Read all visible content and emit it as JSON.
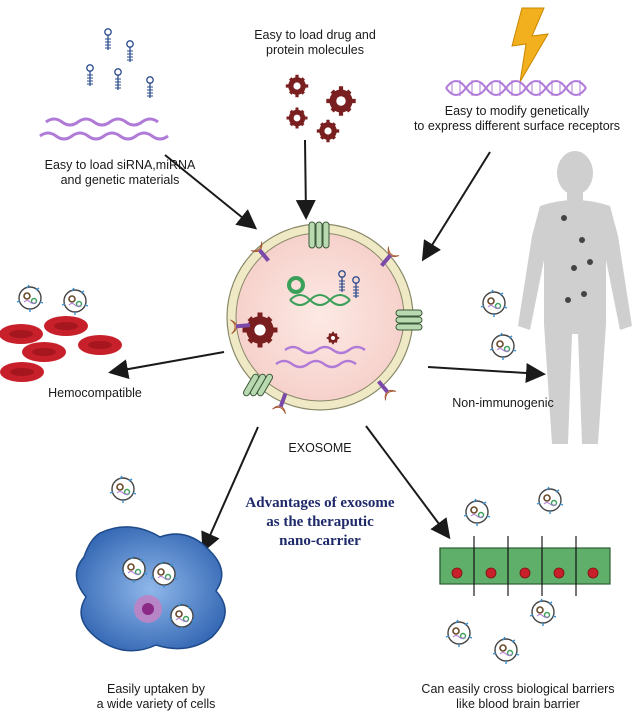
{
  "center": {
    "label": "EXOSOME"
  },
  "title": {
    "line1": "Advantages of exosome",
    "line2": "as the theraputic",
    "line3": "nano-carrier"
  },
  "advantages": {
    "genetic": {
      "line1": "Easy to load siRNA,miRNA",
      "line2": "and genetic materials"
    },
    "drug": {
      "line1": "Easy to load drug and",
      "line2": "protein molecules"
    },
    "modify": {
      "line1": "Easy to modify genetically",
      "line2": "to express different surface receptors"
    },
    "hemo": {
      "line1": "Hemocompatible"
    },
    "immuno": {
      "line1": "Non-immunogenic"
    },
    "uptake": {
      "line1": "Easily uptaken by",
      "line2": "a wide variety of cells"
    },
    "barrier": {
      "line1": "Can easily cross biological barriers",
      "line2": "like blood brain barrier"
    }
  },
  "colors": {
    "exosome_fill": "#fbe3e0",
    "membrane": "#e6e0b8",
    "rbc": "#c8202a",
    "cell": "#3b78c4",
    "barrier_cell": "#5fae6a",
    "human": "#c9c9c9",
    "lightning": "#f2b01e",
    "rna": "#b07ad8"
  }
}
